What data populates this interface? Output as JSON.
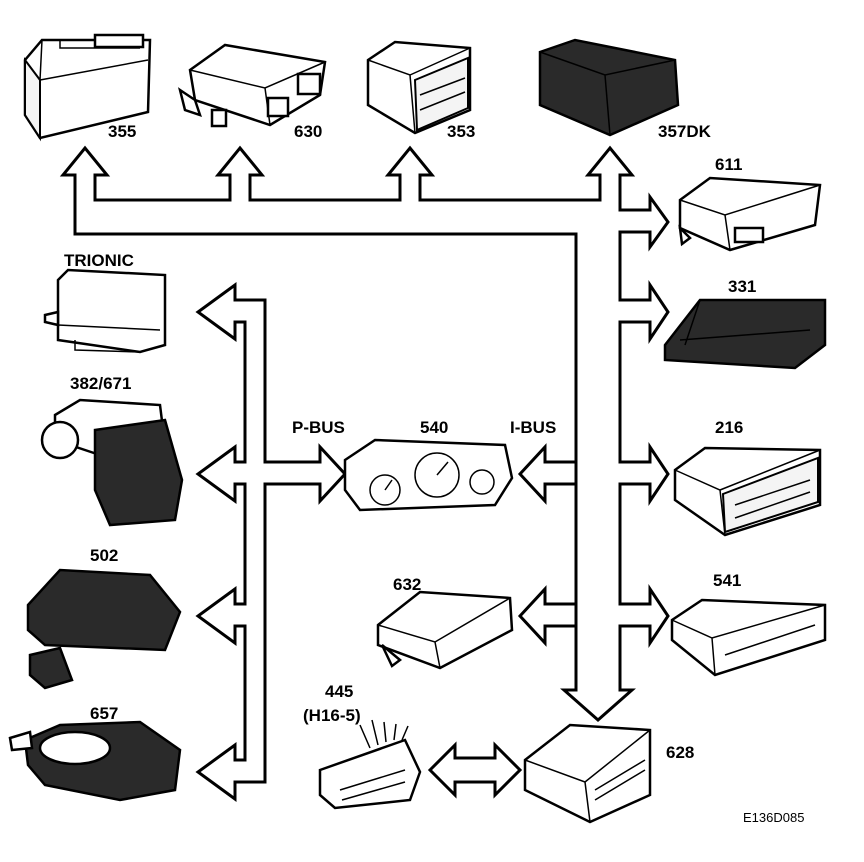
{
  "diagram": {
    "labels": {
      "m355": "355",
      "m630": "630",
      "m353": "353",
      "m357": "357DK",
      "m611": "611",
      "m331": "331",
      "m216": "216",
      "m541": "541",
      "m628": "628",
      "m632": "632",
      "m540": "540",
      "trionic": "TRIONIC",
      "m382": "382/671",
      "m502": "502",
      "m657": "657",
      "m445": "445",
      "m445b": "(H16-5)",
      "pbus": "P-BUS",
      "ibus": "I-BUS"
    },
    "figure_ref": "E136D085"
  }
}
